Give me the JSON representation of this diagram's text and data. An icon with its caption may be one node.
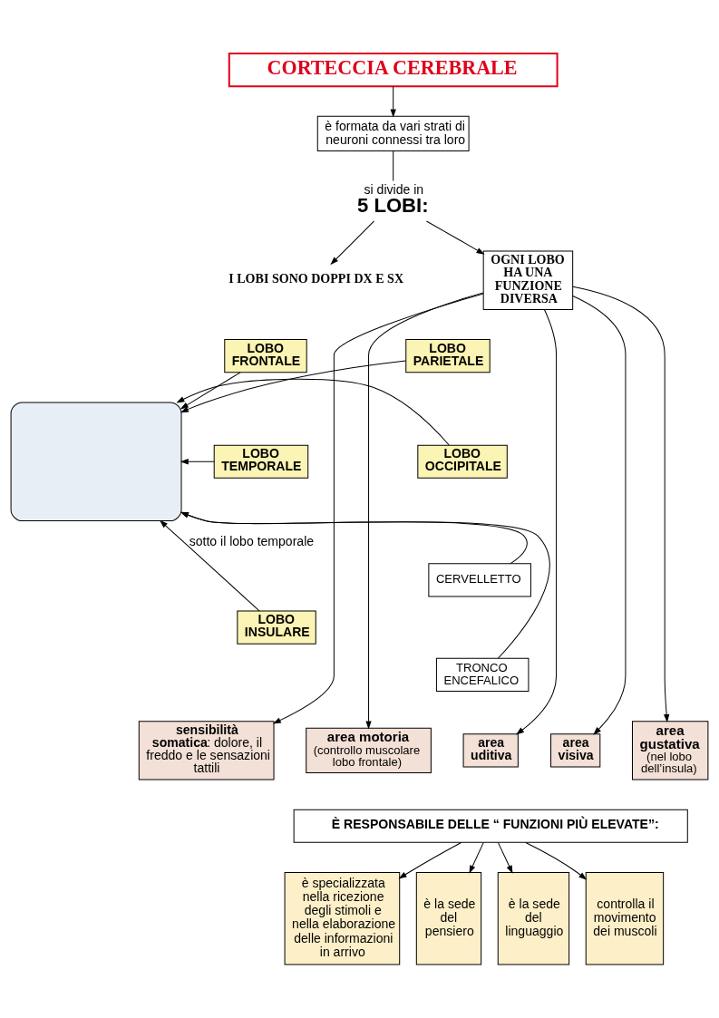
{
  "diagram": {
    "nodes": [
      {
        "text": [
          "CORTECCIA CEREBRALE"
        ]
      },
      {
        "text": [
          "è formata da vari strati di neuroni connessi tra loro"
        ]
      },
      {
        "text": [
          "si divide in",
          "5 LOBI:"
        ]
      },
      {
        "text": [
          "OGNI LOBO HA UNA FUNZIONE DIVERSA"
        ]
      },
      {
        "text": [
          "I LOBI SONO DOPPI DX E SX"
        ]
      },
      {
        "text": [],
        "shape": "box"
      },
      {
        "text": [
          "LOBO FRONTALE"
        ]
      },
      {
        "text": [
          "LOBO TEMPORALE"
        ]
      },
      {
        "text": [
          "LOBO INSULARE"
        ]
      },
      {
        "text": [
          "LOBO PARIETALE"
        ]
      },
      {
        "text": [
          "LOBO OCCIPITALE"
        ]
      },
      {
        "text": [
          "CERVELLETTO"
        ]
      },
      {
        "text": [
          "TRONCO ENCEFALICO"
        ]
      },
      {
        "text": [
          "**sensibilità somatica**: dolore, il freddo e le sensazioni tattili"
        ]
      },
      {
        "text": [
          "area motoria",
          "(controllo muscolare lobo frontale)"
        ]
      },
      {
        "text": [
          "area uditiva"
        ]
      },
      {
        "text": [
          "area visiva"
        ]
      },
      {
        "text": [
          "area gustativa",
          "(nel lobo dell’insula)"
        ]
      },
      {
        "text": [
          "È RESPONSABILE DELLE “ FUNZIONI PIÙ ELEVATE”:"
        ]
      },
      {
        "text": [
          "è specializzata nella ricezione degli stimoli e nella elaborazione delle informazioni in arrivo"
        ]
      },
      {
        "text": [
          "è la sede del pensiero"
        ]
      },
      {
        "text": [
          "è la sede del linguaggio"
        ]
      },
      {
        "text": [
          "controlla il movimento dei muscoli"
        ]
      }
    ],
    "edges": [
      {
        "from": 0,
        "to": 1,
        "arrow": "to"
      },
      {
        "from": 1,
        "to": 2,
        "arrow": "none"
      },
      {
        "from": 2,
        "to": 3,
        "arrow": "to"
      },
      {
        "from": 2,
        "to": 4,
        "arrow": "to"
      },
      {
        "from": 6,
        "to": 5,
        "arrow": "to"
      },
      {
        "from": 7,
        "to": 5,
        "arrow": "to"
      },
      {
        "from": 8,
        "to": 5,
        "arrow": "to",
        "label": "sotto il lobo temporale"
      },
      {
        "from": 9,
        "to": 5,
        "arrow": "to"
      },
      {
        "from": 10,
        "to": 5,
        "arrow": "to"
      },
      {
        "from": 11,
        "to": 5,
        "arrow": "to"
      },
      {
        "from": 12,
        "to": 5,
        "arrow": "to"
      },
      {
        "from": 3,
        "to": 13,
        "arrow": "to"
      },
      {
        "from": 3,
        "to": 14,
        "arrow": "to"
      },
      {
        "from": 3,
        "to": 15,
        "arrow": "to"
      },
      {
        "from": 3,
        "to": 16,
        "arrow": "to"
      },
      {
        "from": 3,
        "to": 17,
        "arrow": "to"
      },
      {
        "from": 18,
        "to": 19,
        "arrow": "to"
      },
      {
        "from": 18,
        "to": 20,
        "arrow": "to"
      },
      {
        "from": 18,
        "to": 21,
        "arrow": "to"
      },
      {
        "from": 18,
        "to": 22,
        "arrow": "to"
      }
    ]
  }
}
